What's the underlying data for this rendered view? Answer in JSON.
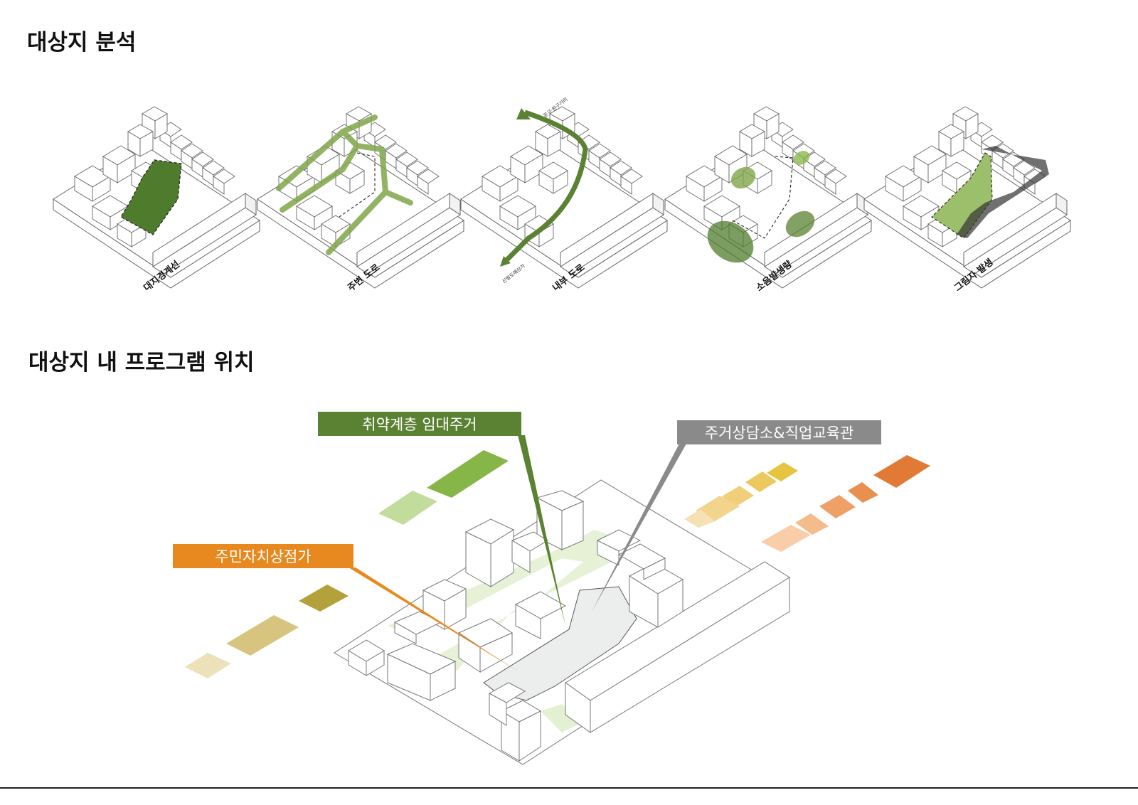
{
  "sections": {
    "analysis_title": "대상지 분석",
    "program_title": "대상지 내 프로그램 위치"
  },
  "analysis_panels": [
    {
      "id": "boundary",
      "label": "대지경계선"
    },
    {
      "id": "roads",
      "label": "주변 도로"
    },
    {
      "id": "internal",
      "label": "내부 도로",
      "top_sublabel": "문구·완구거리",
      "bottom_sublabel": "신발도매상가"
    },
    {
      "id": "noise",
      "label": "소음발생량"
    },
    {
      "id": "shadow",
      "label": "그림자 발생"
    }
  ],
  "program_tags": {
    "housing": "취약계층 임대주거",
    "center": "주거상담소&직업교육관",
    "shop": "주민자치상점가"
  },
  "colors": {
    "green_dark": "#5b8232",
    "green_light": "#8cb84e",
    "grey": "#8a8a8a",
    "orange": "#e8891f",
    "olive": "#b5a643",
    "yellow": "#e8c64a",
    "orange_dark": "#e07a35"
  },
  "icons": {
    "arrow": "arrow-icon"
  }
}
